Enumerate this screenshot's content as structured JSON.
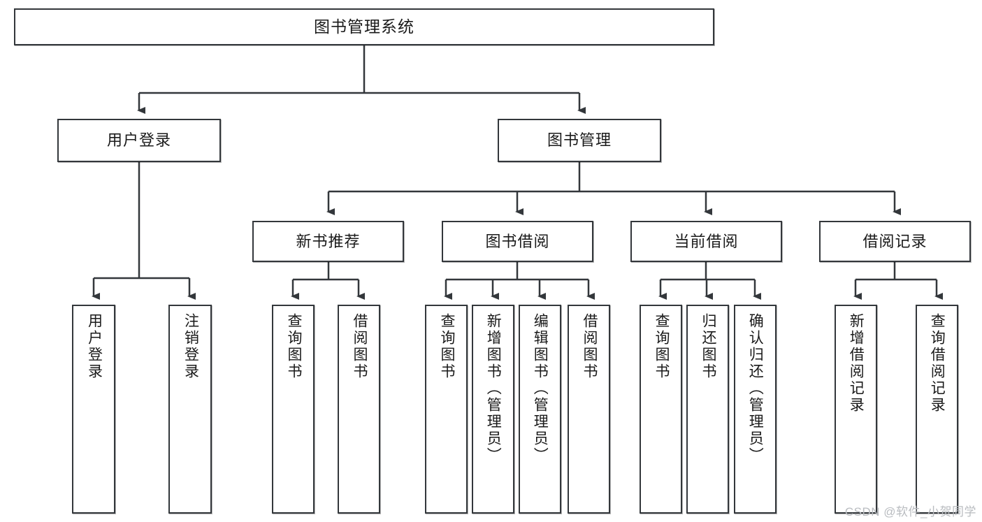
{
  "diagram": {
    "type": "tree",
    "title": "图书管理系统",
    "root": {
      "id": "root",
      "label": "图书管理系统"
    },
    "level2": [
      {
        "id": "user-login",
        "label": "用户登录"
      },
      {
        "id": "book-management",
        "label": "图书管理"
      }
    ],
    "level3": [
      {
        "id": "new-book-recommend",
        "label": "新书推荐",
        "parent": "book-management"
      },
      {
        "id": "book-borrow",
        "label": "图书借阅",
        "parent": "book-management"
      },
      {
        "id": "current-borrow",
        "label": "当前借阅",
        "parent": "book-management"
      },
      {
        "id": "borrow-record",
        "label": "借阅记录",
        "parent": "book-management"
      }
    ],
    "leaves": [
      {
        "id": "leaf-user-login",
        "label": "用户登录",
        "parent": "user-login"
      },
      {
        "id": "leaf-logout-login",
        "label": "注销登录",
        "parent": "user-login"
      },
      {
        "id": "leaf-query-book-1",
        "label": "查询图书",
        "parent": "new-book-recommend"
      },
      {
        "id": "leaf-borrow-book-1",
        "label": "借阅图书",
        "parent": "new-book-recommend"
      },
      {
        "id": "leaf-query-book-2",
        "label": "查询图书",
        "parent": "book-borrow"
      },
      {
        "id": "leaf-add-book",
        "label": "新增图书（管理员）",
        "parent": "book-borrow"
      },
      {
        "id": "leaf-edit-book",
        "label": "编辑图书（管理员）",
        "parent": "book-borrow"
      },
      {
        "id": "leaf-borrow-book-2",
        "label": "借阅图书",
        "parent": "book-borrow"
      },
      {
        "id": "leaf-query-book-3",
        "label": "查询图书",
        "parent": "current-borrow"
      },
      {
        "id": "leaf-return-book",
        "label": "归还图书",
        "parent": "current-borrow"
      },
      {
        "id": "leaf-confirm-return",
        "label": "确认归还（管理员）",
        "parent": "current-borrow"
      },
      {
        "id": "leaf-add-record",
        "label": "新增借阅记录",
        "parent": "borrow-record"
      },
      {
        "id": "leaf-query-record",
        "label": "查询借阅记录",
        "parent": "borrow-record"
      }
    ]
  },
  "watermark": {
    "text": "CSDN @软件_小贺同学"
  },
  "colors": {
    "stroke": "#33373b",
    "background": "#ffffff",
    "text": "#1a1a1a",
    "watermark": "#b9bcc0"
  }
}
